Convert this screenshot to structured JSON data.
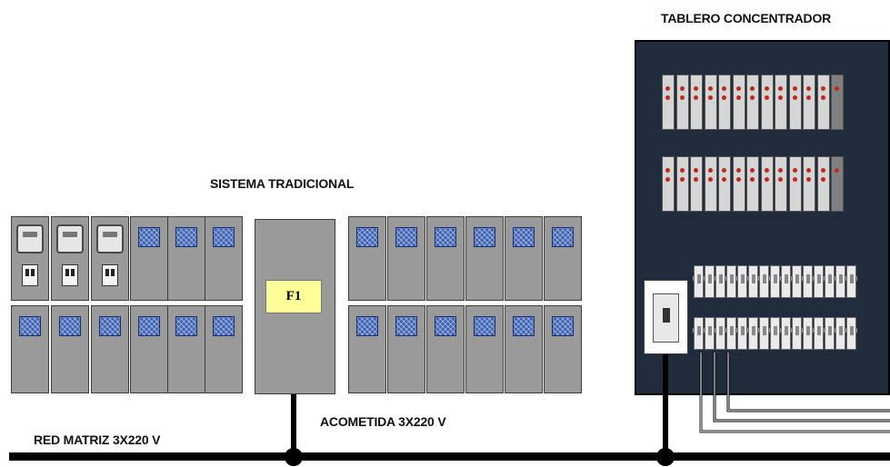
{
  "diagram": {
    "title_right": "TABLERO CONCENTRADOR",
    "title_center": "SISTEMA TRADICIONAL",
    "fuse_label": "F1",
    "label_service": "ACOMETIDA 3X220 V",
    "label_main": "RED MATRIZ 3X220 V"
  },
  "colors": {
    "fuse_box": "#ffff99",
    "cabinet": "#202b3c",
    "meter_window": "#3d63b5",
    "led": "#c0281c"
  }
}
